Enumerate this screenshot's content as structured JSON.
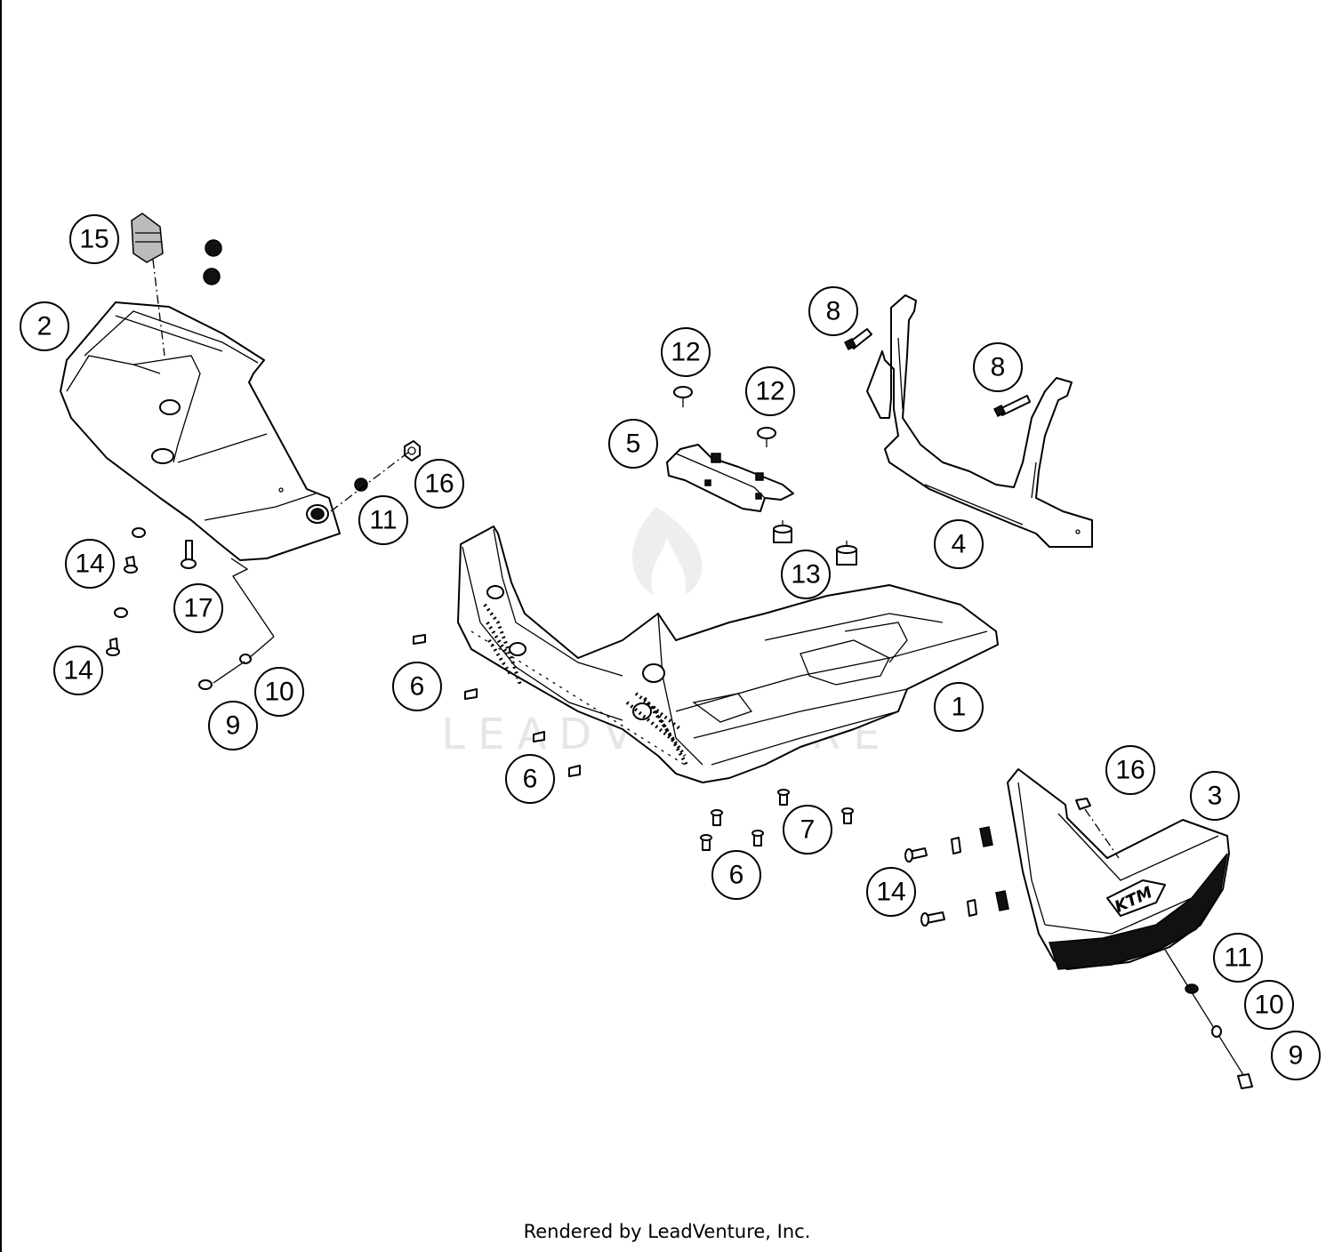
{
  "footer": "Rendered by LeadVenture, Inc.",
  "watermark": "LEADVENTURE",
  "callouts": [
    {
      "id": "c15",
      "label": "15"
    },
    {
      "id": "c2",
      "label": "2"
    },
    {
      "id": "c16a",
      "label": "16"
    },
    {
      "id": "c11a",
      "label": "11"
    },
    {
      "id": "c14a",
      "label": "14"
    },
    {
      "id": "c17",
      "label": "17"
    },
    {
      "id": "c14b",
      "label": "14"
    },
    {
      "id": "c10a",
      "label": "10"
    },
    {
      "id": "c9a",
      "label": "9"
    },
    {
      "id": "c12a",
      "label": "12"
    },
    {
      "id": "c12b",
      "label": "12"
    },
    {
      "id": "c5",
      "label": "5"
    },
    {
      "id": "c8a",
      "label": "8"
    },
    {
      "id": "c8b",
      "label": "8"
    },
    {
      "id": "c4",
      "label": "4"
    },
    {
      "id": "c13",
      "label": "13"
    },
    {
      "id": "c6a",
      "label": "6"
    },
    {
      "id": "c6b",
      "label": "6"
    },
    {
      "id": "c1",
      "label": "1"
    },
    {
      "id": "c7",
      "label": "7"
    },
    {
      "id": "c6c",
      "label": "6"
    },
    {
      "id": "c16b",
      "label": "16"
    },
    {
      "id": "c3",
      "label": "3"
    },
    {
      "id": "c14c",
      "label": "14"
    },
    {
      "id": "c11b",
      "label": "11"
    },
    {
      "id": "c10b",
      "label": "10"
    },
    {
      "id": "c9b",
      "label": "9"
    }
  ],
  "logo_text": "KTM"
}
